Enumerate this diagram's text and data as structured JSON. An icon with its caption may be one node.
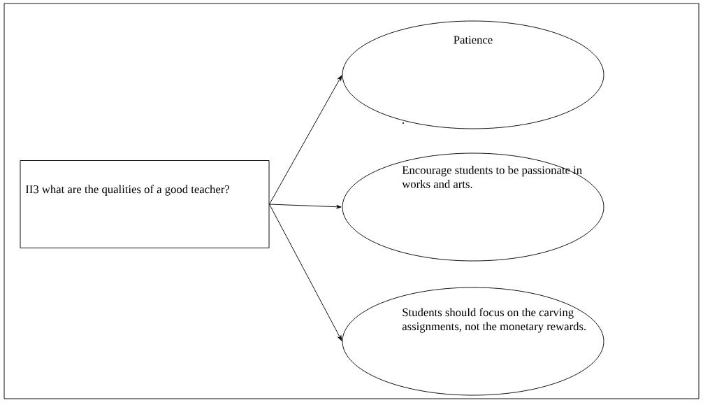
{
  "diagram": {
    "nodes": [
      {
        "text": [
          "II3 what are the qualities of a good teacher?"
        ]
      },
      {
        "text": [
          "Patience",
          "."
        ]
      },
      {
        "text": [
          "Encourage students to be passionate in works and arts."
        ]
      },
      {
        "text": [
          "Students should focus on the carving assignments, not the monetary rewards."
        ]
      }
    ],
    "edges": [
      {
        "from": 0,
        "to": 1,
        "arrow": "to"
      },
      {
        "from": 0,
        "to": 2,
        "arrow": "to"
      },
      {
        "from": 0,
        "to": 3,
        "arrow": "to"
      }
    ]
  }
}
